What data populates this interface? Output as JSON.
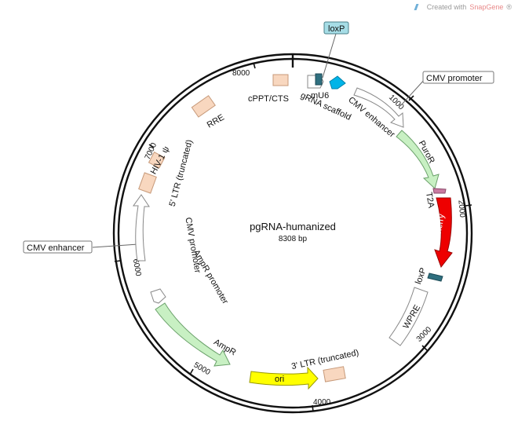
{
  "app": {
    "watermark_prefix": "Created with ",
    "watermark_brand": "SnapGene",
    "watermark_mark": "®"
  },
  "plasmid": {
    "name": "pgRNA-humanized",
    "size_label": "8308 bp"
  },
  "ticks": [
    "1000",
    "2000",
    "3000",
    "4000",
    "5000",
    "6000",
    "7000",
    "8000"
  ],
  "callouts": {
    "loxp_top": "loxP",
    "cmv_promoter_top": "CMV promoter",
    "cmv_enhancer_left": "CMV enhancer"
  },
  "features": {
    "mu6": "mU6",
    "grna_scaffold": "gRNA scaffold",
    "cppt_cts": "cPPT/CTS",
    "rre": "RRE",
    "cmv_enhancer": "CMV enhancer",
    "puror": "PuroR",
    "t2a": "T2A",
    "mcherry": "mCherry",
    "loxp_right": "loxP",
    "wpre": "WPRE",
    "ltr3": "3' LTR (truncated)",
    "ori": "ori",
    "ampr": "AmpR",
    "ampr_promoter": "AmpR promoter",
    "hiv_psi": "HIV-1 ψ",
    "ltr5": "5' LTR (truncated)",
    "cmv_promoter_left": "CMV promoter"
  },
  "colors": {
    "backbone": "#111111",
    "generic_feature": "#f8d7bf",
    "generic_feature_stroke": "#c79a7a",
    "promoter_enhancer": "#ffffff",
    "resistance_gene": "#c8f0c3",
    "resistance_stroke": "#6aa06a",
    "mcherry": "#ee0000",
    "ori": "#ffff00",
    "loxp": "#2f6f7f",
    "t2a": "#c97aa0",
    "scaffold": "#00b4e8",
    "callout_fill": "#a6dde6"
  }
}
